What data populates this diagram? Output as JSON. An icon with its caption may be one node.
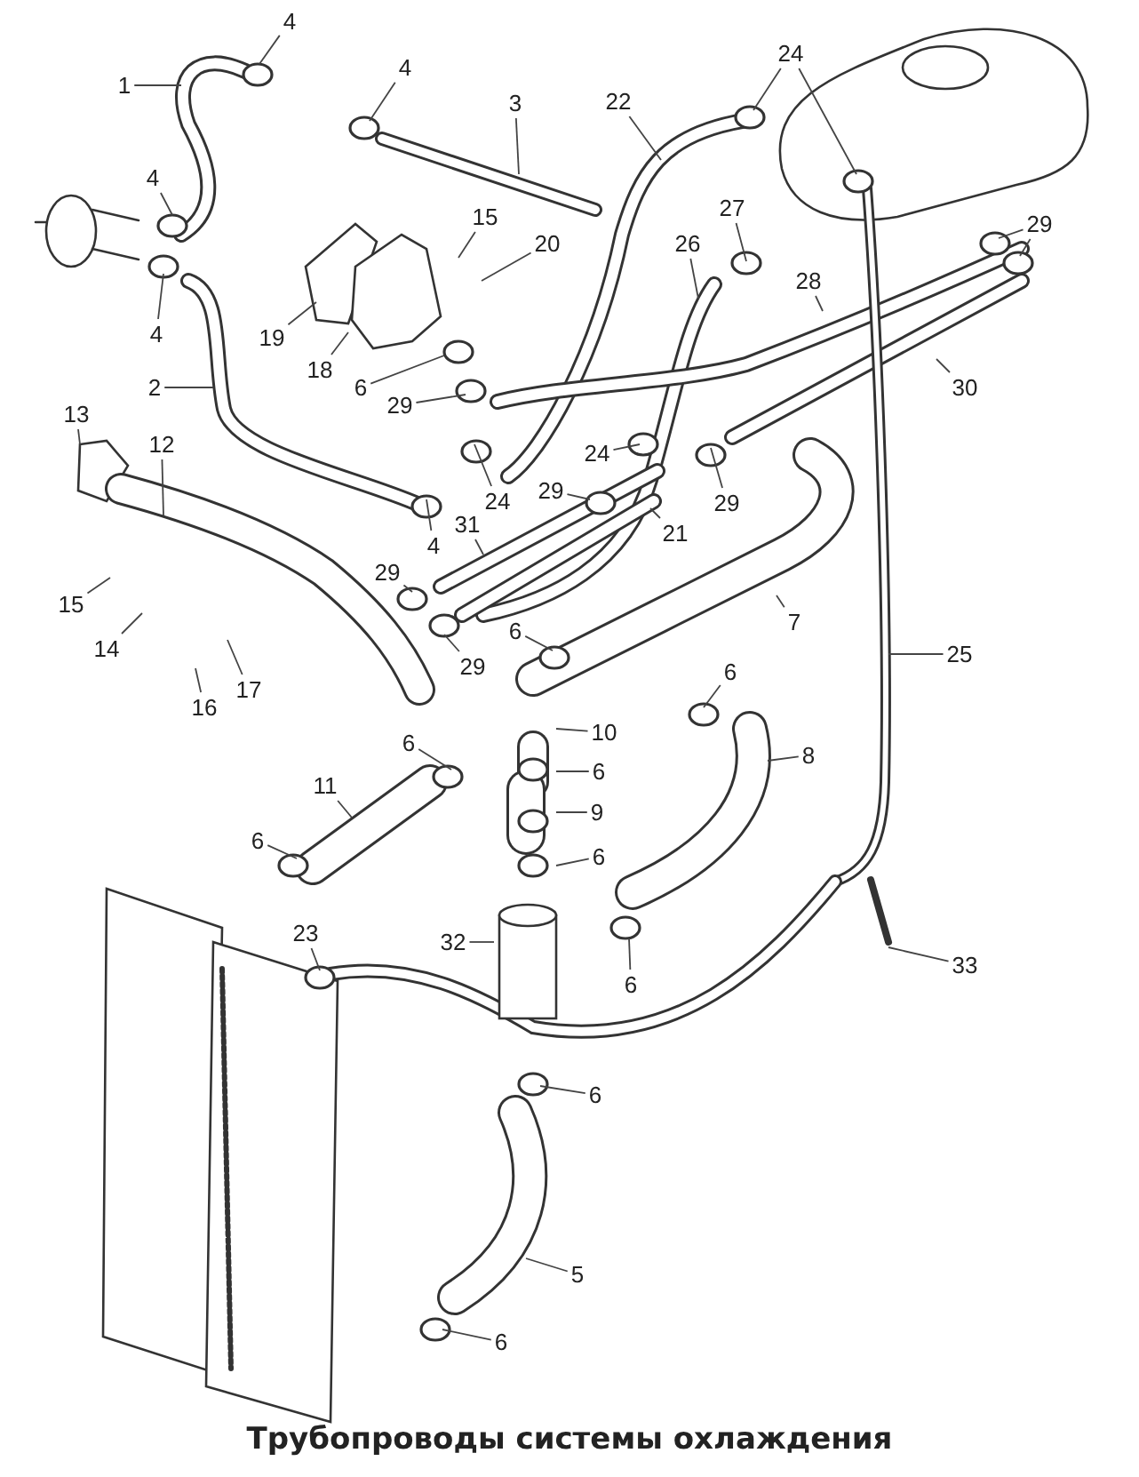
{
  "diagram": {
    "title": "Трубопроводы системы охлаждения",
    "nodes": [
      {
        "text": [
          "4"
        ]
      },
      {
        "text": [
          "24"
        ]
      },
      {
        "text": [
          "4"
        ]
      },
      {
        "text": [
          "1"
        ]
      },
      {
        "text": [
          "22"
        ]
      },
      {
        "text": [
          "3"
        ]
      },
      {
        "text": [
          "4"
        ]
      },
      {
        "text": [
          "27"
        ]
      },
      {
        "text": [
          "15"
        ]
      },
      {
        "text": [
          "29"
        ]
      },
      {
        "text": [
          "26"
        ]
      },
      {
        "text": [
          "20"
        ]
      },
      {
        "text": [
          "28"
        ]
      },
      {
        "text": [
          "4"
        ]
      },
      {
        "text": [
          "19"
        ]
      },
      {
        "text": [
          "18"
        ]
      },
      {
        "text": [
          "2"
        ]
      },
      {
        "text": [
          "6"
        ]
      },
      {
        "text": [
          "30"
        ]
      },
      {
        "text": [
          "29"
        ]
      },
      {
        "text": [
          "13"
        ]
      },
      {
        "text": [
          "12"
        ]
      },
      {
        "text": [
          "24"
        ]
      },
      {
        "text": [
          "24"
        ]
      },
      {
        "text": [
          "29"
        ]
      },
      {
        "text": [
          "21"
        ]
      },
      {
        "text": [
          "29"
        ]
      },
      {
        "text": [
          "4"
        ]
      },
      {
        "text": [
          "31"
        ]
      },
      {
        "text": [
          "29"
        ]
      },
      {
        "text": [
          "15"
        ]
      },
      {
        "text": [
          "7"
        ]
      },
      {
        "text": [
          "6"
        ]
      },
      {
        "text": [
          "14"
        ]
      },
      {
        "text": [
          "25"
        ]
      },
      {
        "text": [
          "29"
        ]
      },
      {
        "text": [
          "6"
        ]
      },
      {
        "text": [
          "17"
        ]
      },
      {
        "text": [
          "16"
        ]
      },
      {
        "text": [
          "10"
        ]
      },
      {
        "text": [
          "6"
        ]
      },
      {
        "text": [
          "8"
        ]
      },
      {
        "text": [
          "6"
        ]
      },
      {
        "text": [
          "11"
        ]
      },
      {
        "text": [
          "9"
        ]
      },
      {
        "text": [
          "6"
        ]
      },
      {
        "text": [
          "6"
        ]
      },
      {
        "text": [
          "23"
        ]
      },
      {
        "text": [
          "32"
        ]
      },
      {
        "text": [
          "33"
        ]
      },
      {
        "text": [
          "6"
        ]
      },
      {
        "text": [
          "6"
        ]
      },
      {
        "text": [
          "5"
        ]
      },
      {
        "text": [
          "6"
        ]
      }
    ],
    "edges": [
      {
        "from": 0,
        "to": null,
        "arrow": "none"
      },
      {
        "from": 1,
        "to": null,
        "arrow": "none"
      },
      {
        "from": 1,
        "to": null,
        "arrow": "none"
      },
      {
        "from": 2,
        "to": null,
        "arrow": "none"
      },
      {
        "from": 3,
        "to": null,
        "arrow": "none"
      },
      {
        "from": 4,
        "to": null,
        "arrow": "none"
      },
      {
        "from": 5,
        "to": null,
        "arrow": "none"
      },
      {
        "from": 6,
        "to": null,
        "arrow": "none"
      },
      {
        "from": 7,
        "to": null,
        "arrow": "none"
      },
      {
        "from": 8,
        "to": null,
        "arrow": "none"
      },
      {
        "from": 9,
        "to": null,
        "arrow": "none"
      },
      {
        "from": 9,
        "to": null,
        "arrow": "none"
      },
      {
        "from": 10,
        "to": null,
        "arrow": "none"
      },
      {
        "from": 11,
        "to": null,
        "arrow": "none"
      },
      {
        "from": 12,
        "to": null,
        "arrow": "none"
      },
      {
        "from": 13,
        "to": null,
        "arrow": "none"
      },
      {
        "from": 14,
        "to": null,
        "arrow": "none"
      },
      {
        "from": 15,
        "to": null,
        "arrow": "none"
      },
      {
        "from": 16,
        "to": null,
        "arrow": "none"
      },
      {
        "from": 17,
        "to": null,
        "arrow": "none"
      },
      {
        "from": 18,
        "to": null,
        "arrow": "none"
      },
      {
        "from": 19,
        "to": null,
        "arrow": "none"
      },
      {
        "from": 20,
        "to": null,
        "arrow": "none"
      },
      {
        "from": 21,
        "to": null,
        "arrow": "none"
      },
      {
        "from": 22,
        "to": null,
        "arrow": "none"
      },
      {
        "from": 23,
        "to": null,
        "arrow": "none"
      },
      {
        "from": 24,
        "to": null,
        "arrow": "none"
      },
      {
        "from": 25,
        "to": null,
        "arrow": "none"
      },
      {
        "from": 26,
        "to": null,
        "arrow": "none"
      },
      {
        "from": 27,
        "to": null,
        "arrow": "none"
      },
      {
        "from": 28,
        "to": null,
        "arrow": "none"
      },
      {
        "from": 29,
        "to": null,
        "arrow": "none"
      },
      {
        "from": 30,
        "to": null,
        "arrow": "none"
      },
      {
        "from": 31,
        "to": null,
        "arrow": "none"
      },
      {
        "from": 32,
        "to": null,
        "arrow": "none"
      },
      {
        "from": 33,
        "to": null,
        "arrow": "none"
      },
      {
        "from": 34,
        "to": null,
        "arrow": "none"
      },
      {
        "from": 35,
        "to": null,
        "arrow": "none"
      },
      {
        "from": 36,
        "to": null,
        "arrow": "none"
      },
      {
        "from": 37,
        "to": null,
        "arrow": "none"
      },
      {
        "from": 38,
        "to": null,
        "arrow": "none"
      },
      {
        "from": 39,
        "to": null,
        "arrow": "none"
      },
      {
        "from": 40,
        "to": null,
        "arrow": "none"
      },
      {
        "from": 41,
        "to": null,
        "arrow": "none"
      },
      {
        "from": 42,
        "to": null,
        "arrow": "none"
      },
      {
        "from": 43,
        "to": null,
        "arrow": "none"
      },
      {
        "from": 44,
        "to": null,
        "arrow": "none"
      },
      {
        "from": 45,
        "to": null,
        "arrow": "none"
      },
      {
        "from": 46,
        "to": null,
        "arrow": "none"
      },
      {
        "from": 47,
        "to": null,
        "arrow": "none"
      },
      {
        "from": 48,
        "to": null,
        "arrow": "none"
      },
      {
        "from": 49,
        "to": null,
        "arrow": "none"
      },
      {
        "from": 50,
        "to": null,
        "arrow": "none"
      },
      {
        "from": 51,
        "to": null,
        "arrow": "none"
      },
      {
        "from": 52,
        "to": null,
        "arrow": "none"
      },
      {
        "from": 53,
        "to": null,
        "arrow": "none"
      }
    ]
  }
}
